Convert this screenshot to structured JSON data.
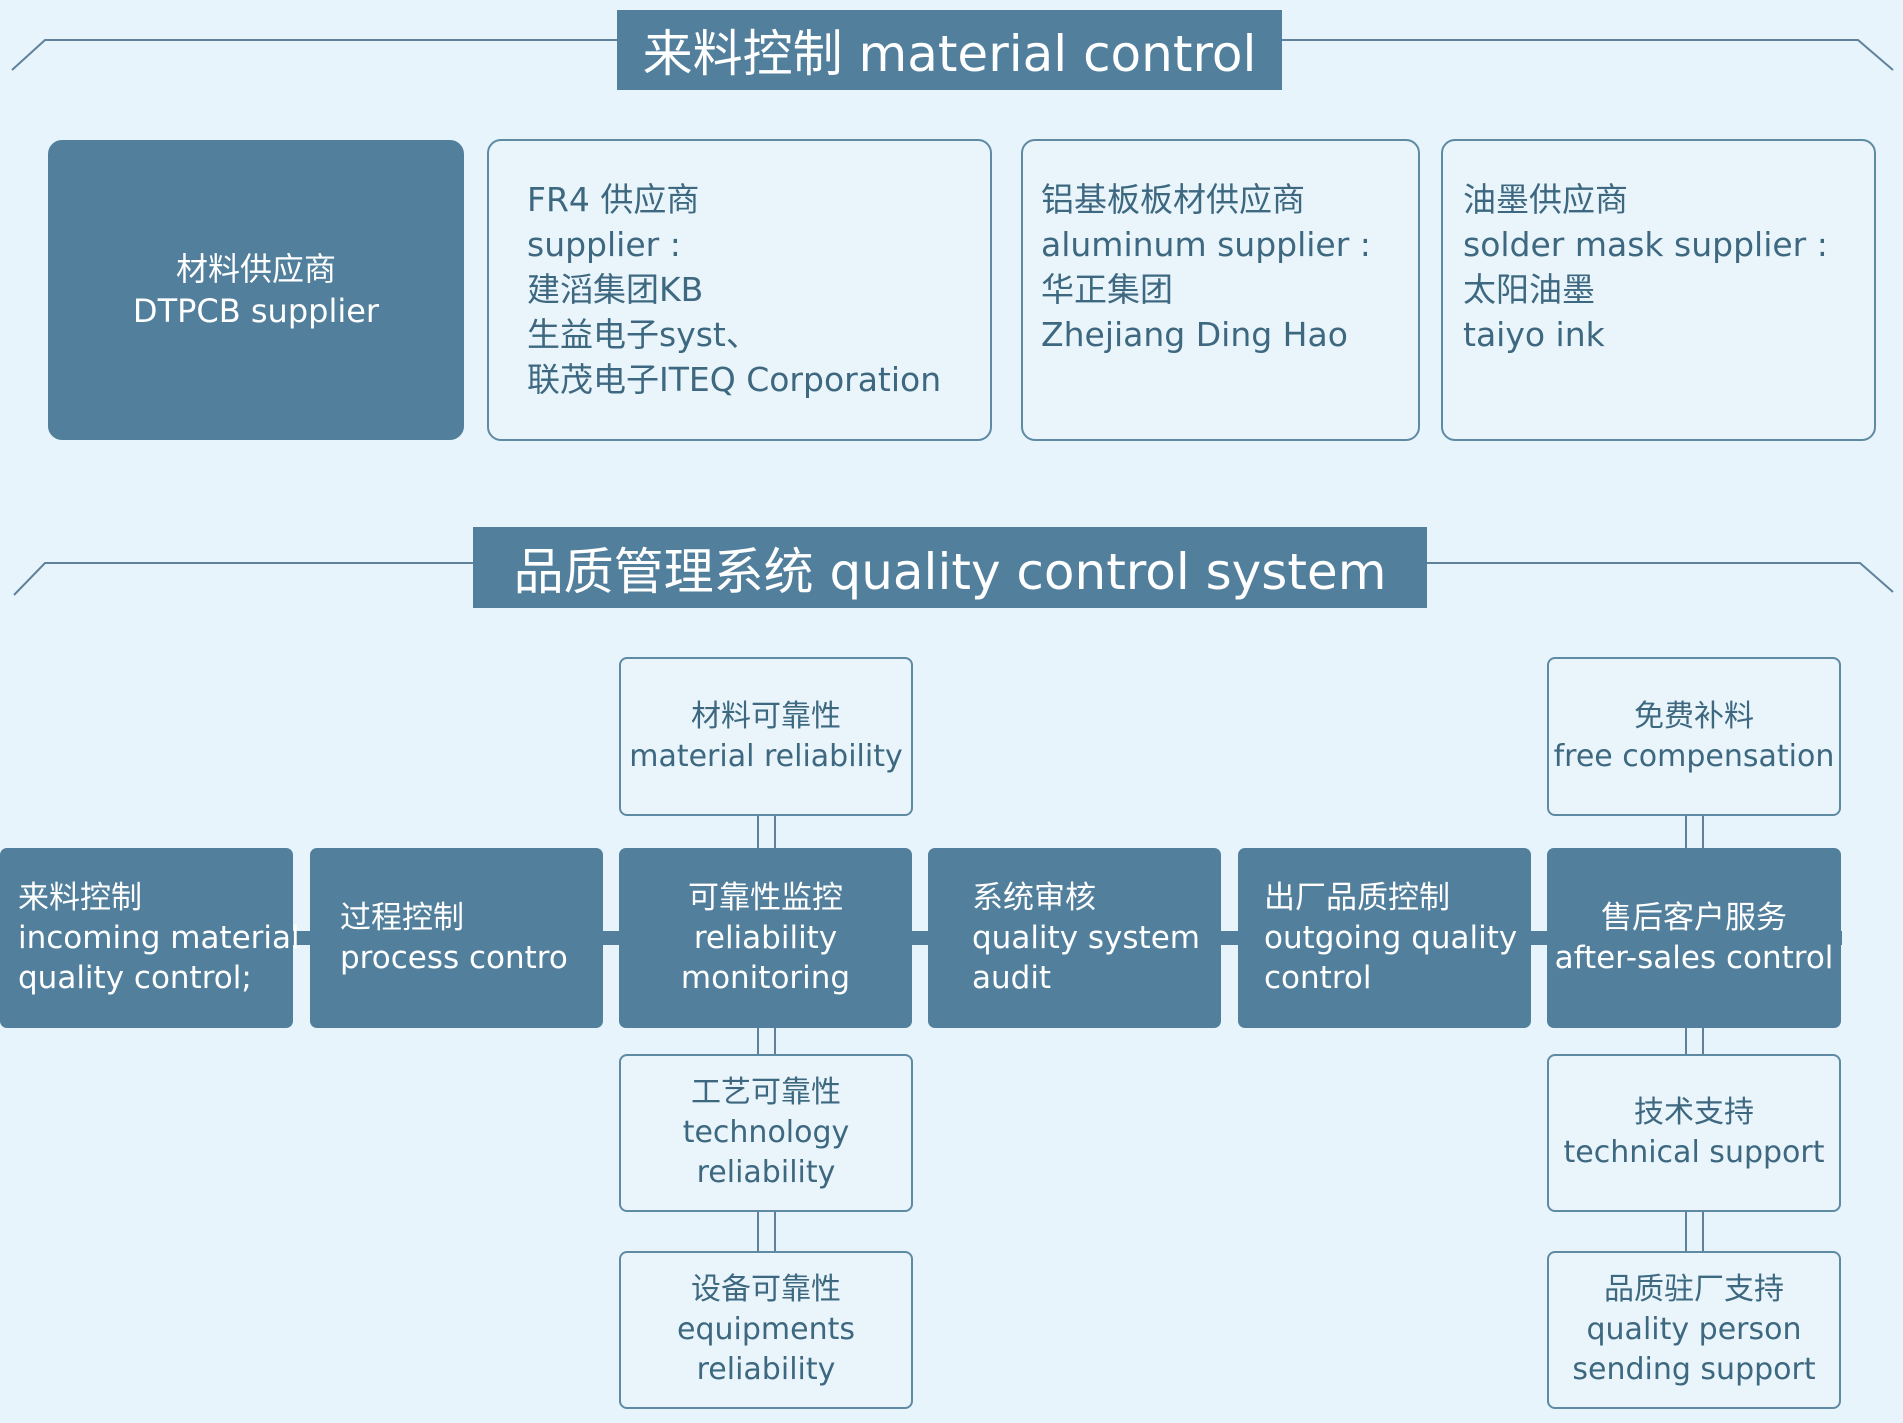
{
  "section1": {
    "title": "来料控制 material control"
  },
  "suppliers": [
    {
      "lines": [
        "材料供应商",
        "DTPCB supplier"
      ]
    },
    {
      "lines": [
        "FR4 供应商",
        "supplier :",
        "建滔集团KB",
        "生益电子syst、",
        "联茂电子ITEQ Corporation"
      ]
    },
    {
      "lines": [
        "铝基板板材供应商",
        "aluminum supplier :",
        "华正集团",
        "Zhejiang Ding Hao"
      ]
    },
    {
      "lines": [
        "油墨供应商",
        "solder mask supplier :",
        "太阳油墨",
        "taiyo ink"
      ]
    }
  ],
  "section2": {
    "title": "品质管理系统 quality control system"
  },
  "flow": [
    {
      "lines": [
        "来料控制",
        "incoming material",
        "quality control;"
      ]
    },
    {
      "lines": [
        "过程控制",
        "process contro"
      ]
    },
    {
      "lines": [
        "可靠性监控",
        "reliability",
        "monitoring"
      ]
    },
    {
      "lines": [
        "系统审核",
        "quality system",
        "audit"
      ]
    },
    {
      "lines": [
        "出厂品质控制",
        "outgoing quality",
        "control"
      ]
    },
    {
      "lines": [
        "售后客户服务",
        "after-sales control"
      ]
    }
  ],
  "reliability_branch": {
    "top": {
      "lines": [
        "材料可靠性",
        "material reliability"
      ]
    },
    "below": [
      {
        "lines": [
          "工艺可靠性",
          "technology",
          "reliability"
        ]
      },
      {
        "lines": [
          "设备可靠性",
          "equipments",
          "reliability"
        ]
      }
    ]
  },
  "aftersales_branch": {
    "top": {
      "lines": [
        "免费补料",
        "free compensation"
      ]
    },
    "below": [
      {
        "lines": [
          "技术支持",
          "technical support"
        ]
      },
      {
        "lines": [
          "品质驻厂支持",
          "quality person",
          "sending support"
        ]
      }
    ]
  },
  "colors": {
    "primary": "#527f9c",
    "background": "#e7f4fb",
    "text": "#3d6880"
  }
}
